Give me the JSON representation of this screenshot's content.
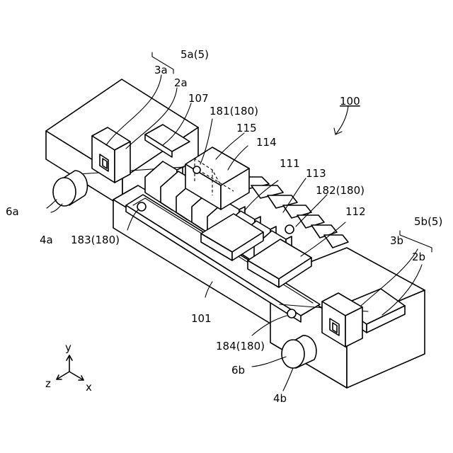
{
  "labels": {
    "l_5a5": "5a(5)",
    "l_3a": "3a",
    "l_2a": "2a",
    "l_107": "107",
    "l_181": "181(180)",
    "l_115": "115",
    "l_114": "114",
    "l_100": "100",
    "l_111": "111",
    "l_113": "113",
    "l_182": "182(180)",
    "l_6a": "6a",
    "l_4a": "4a",
    "l_183": "183(180)",
    "l_112": "112",
    "l_5b5": "5b(5)",
    "l_3b": "3b",
    "l_2b": "2b",
    "l_101": "101",
    "l_184": "184(180)",
    "l_6b": "6b",
    "l_4b": "4b"
  },
  "axes": {
    "y": "y",
    "z": "z",
    "x": "x"
  }
}
